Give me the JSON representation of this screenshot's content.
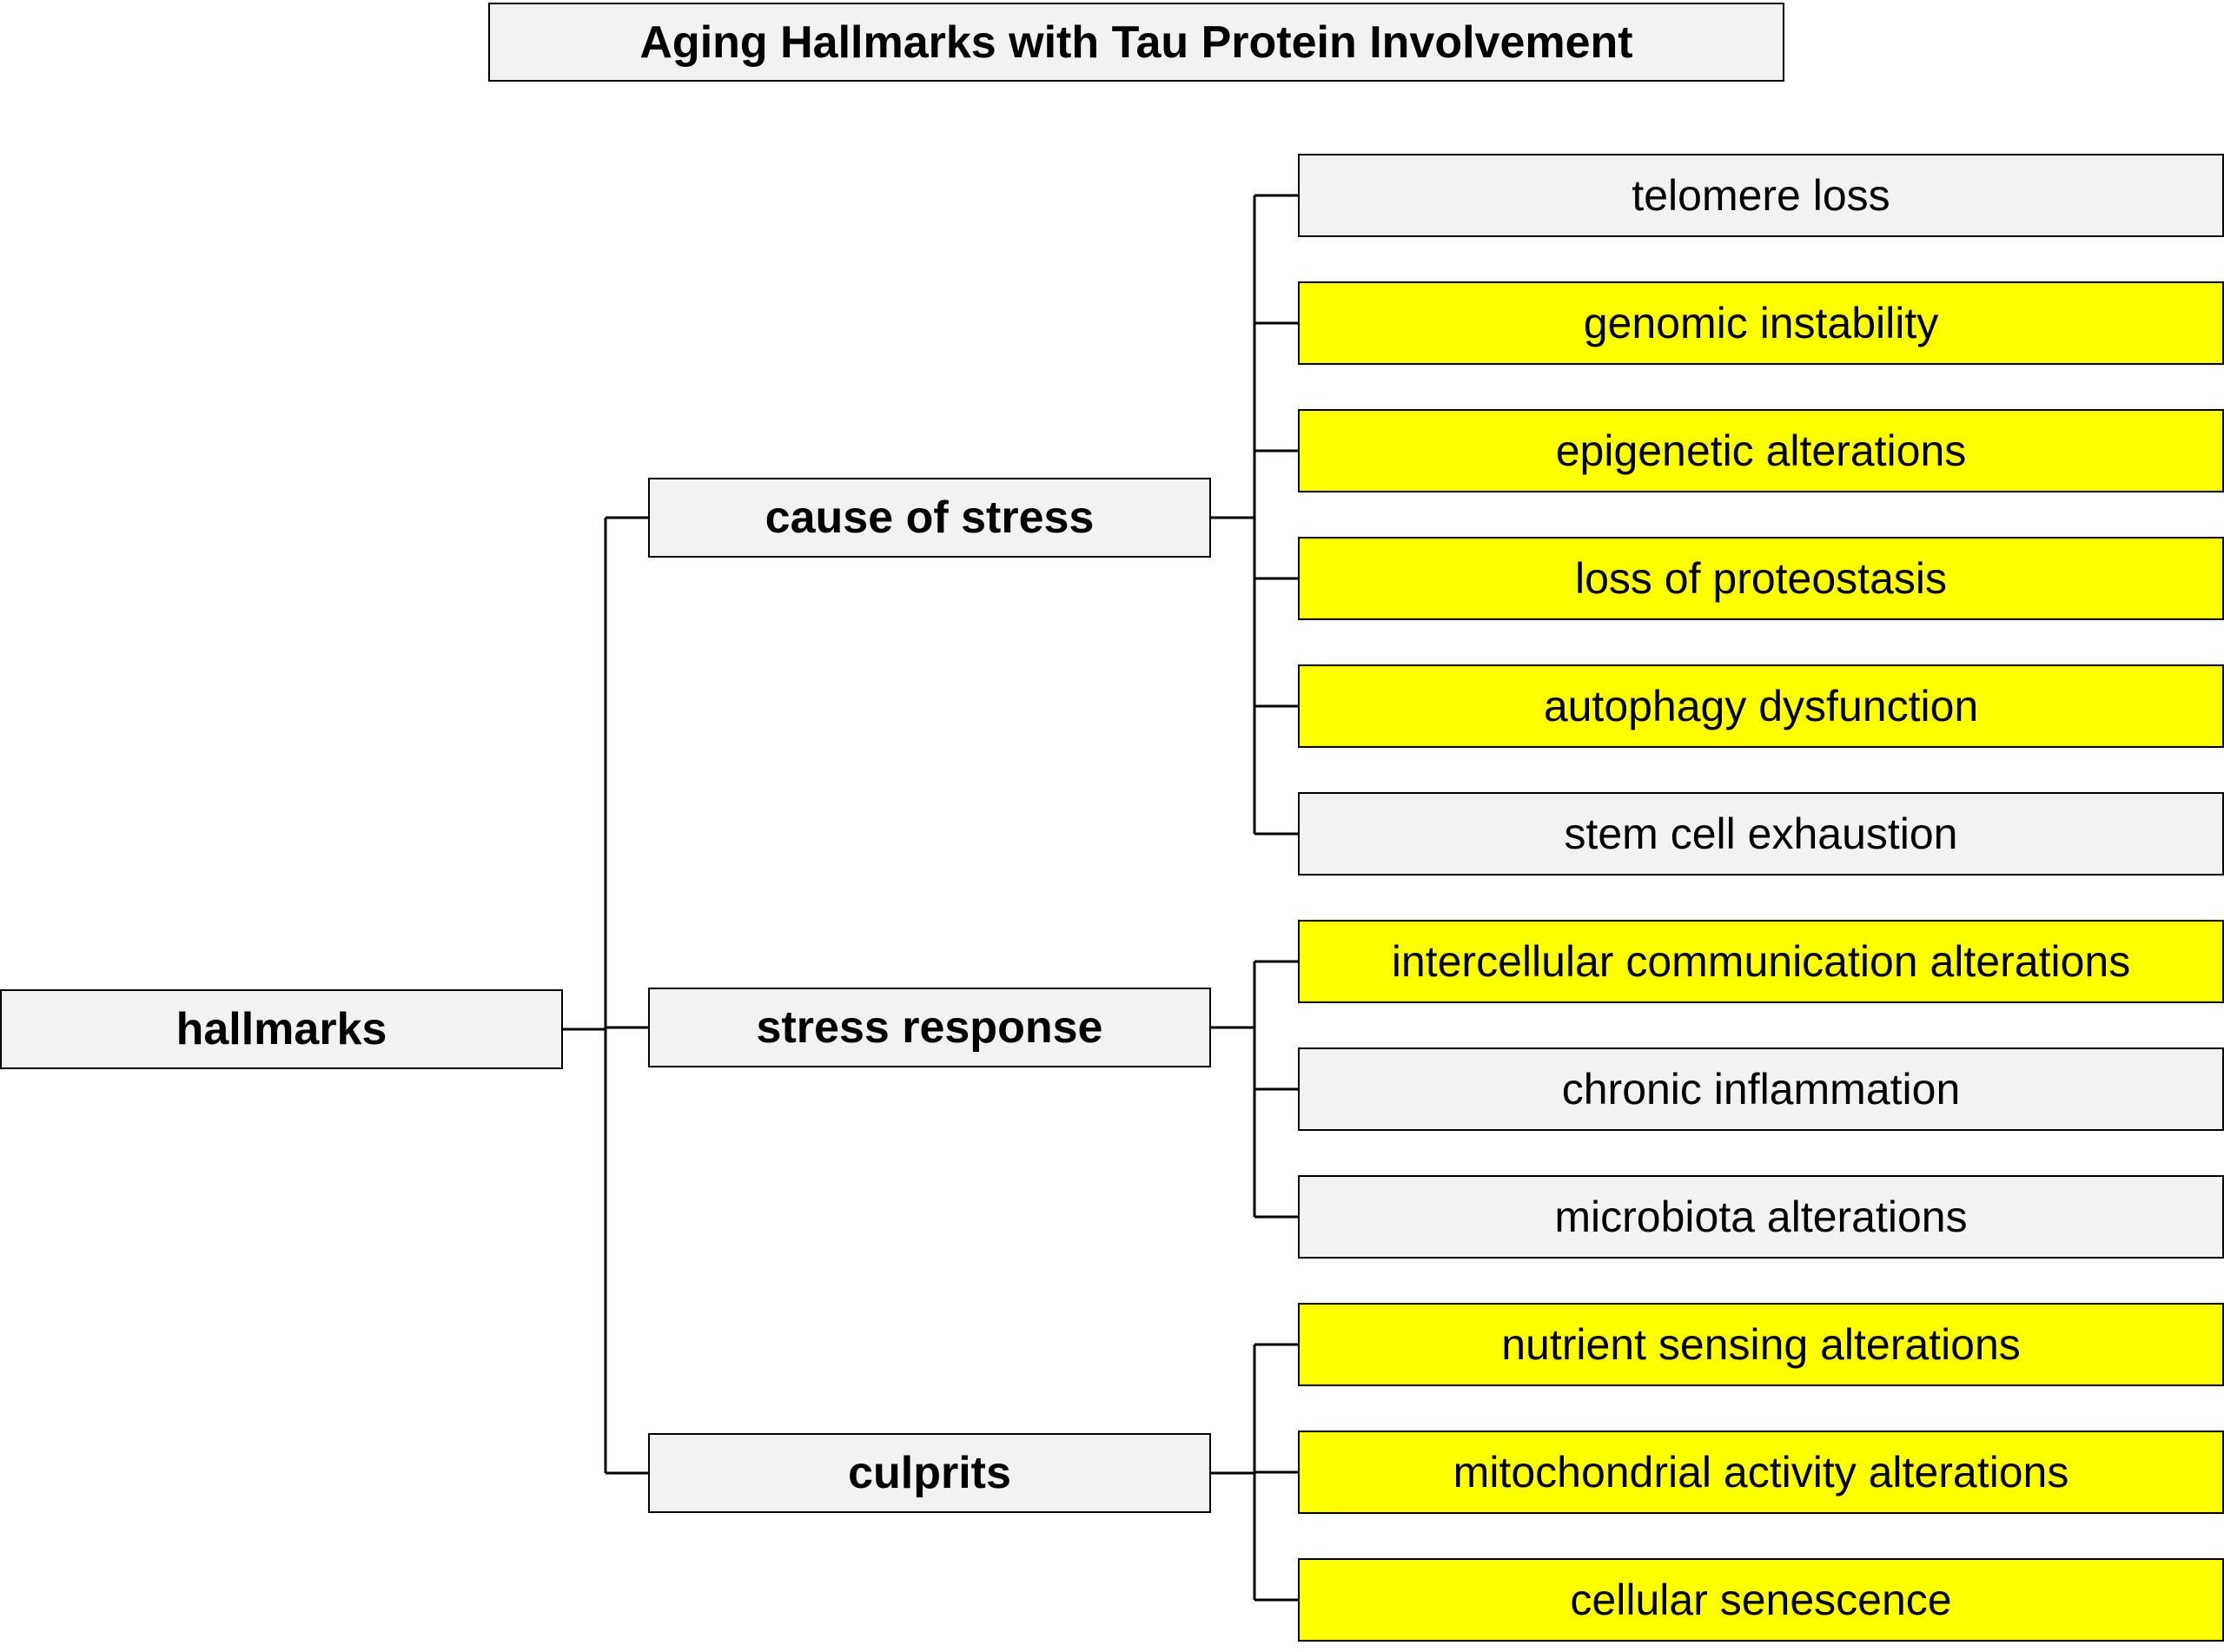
{
  "title": "Aging Hallmarks with Tau Protein Involvement",
  "colors": {
    "default_fill": "#f2f2f2",
    "highlight_fill": "#ffff00",
    "line": "#000000"
  },
  "root": {
    "label": "hallmarks"
  },
  "categories": [
    {
      "label": "cause of stress",
      "children": [
        {
          "label": "telomere loss",
          "highlighted": false
        },
        {
          "label": "genomic instability",
          "highlighted": true
        },
        {
          "label": "epigenetic alterations",
          "highlighted": true
        },
        {
          "label": "loss of proteostasis",
          "highlighted": true
        },
        {
          "label": "autophagy dysfunction",
          "highlighted": true
        },
        {
          "label": "stem cell exhaustion",
          "highlighted": false
        }
      ]
    },
    {
      "label": "stress response",
      "children": [
        {
          "label": "intercellular communication alterations",
          "highlighted": true
        },
        {
          "label": "chronic inflammation",
          "highlighted": false
        },
        {
          "label": "microbiota alterations",
          "highlighted": false
        }
      ]
    },
    {
      "label": "culprits",
      "children": [
        {
          "label": "nutrient sensing alterations",
          "highlighted": true
        },
        {
          "label": "mitochondrial activity alterations",
          "highlighted": true
        },
        {
          "label": "cellular senescence",
          "highlighted": true
        }
      ]
    }
  ]
}
